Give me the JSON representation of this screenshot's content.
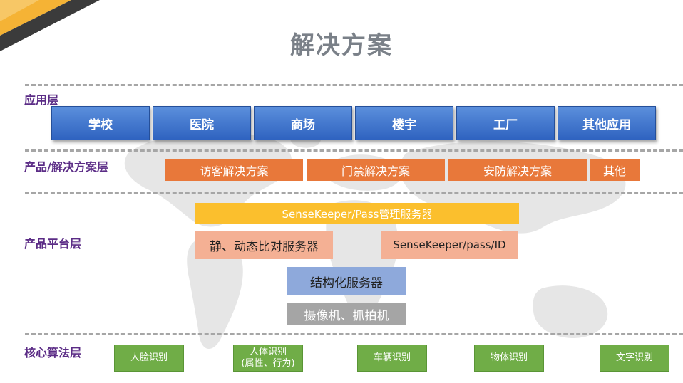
{
  "title": "解决方案",
  "layers": {
    "application": "应用层",
    "product": "产品/解决方案层",
    "platform": "产品平台层",
    "algorithm": "核心算法层"
  },
  "applications": [
    "学校",
    "医院",
    "商场",
    "楼宇",
    "工厂",
    "其他应用"
  ],
  "solutions": [
    "访客解决方案",
    "门禁解决方案",
    "安防解决方案",
    "其他"
  ],
  "platform": {
    "management": "SenseKeeper/Pass管理服务器",
    "compare": "静、动态比对服务器",
    "pass_id": "SenseKeeper/pass/ID",
    "structured": "结构化服务器",
    "camera": "摄像机、抓拍机"
  },
  "algorithms": {
    "face": "人脸识别",
    "body_line1": "人体识别",
    "body_line2": "(属性、行为)",
    "vehicle": "车辆识别",
    "object": "物体识别",
    "text": "文字识别"
  },
  "colors": {
    "application_blue": "#3b6fcb",
    "solution_orange": "#e8783a",
    "management_yellow": "#fbbf2d",
    "compare_salmon": "#f4b094",
    "structured_lavender": "#8ea9db",
    "camera_gray": "#a5a5a5",
    "algorithm_green": "#70ad47",
    "layer_label_purple": "#5b2c86"
  }
}
